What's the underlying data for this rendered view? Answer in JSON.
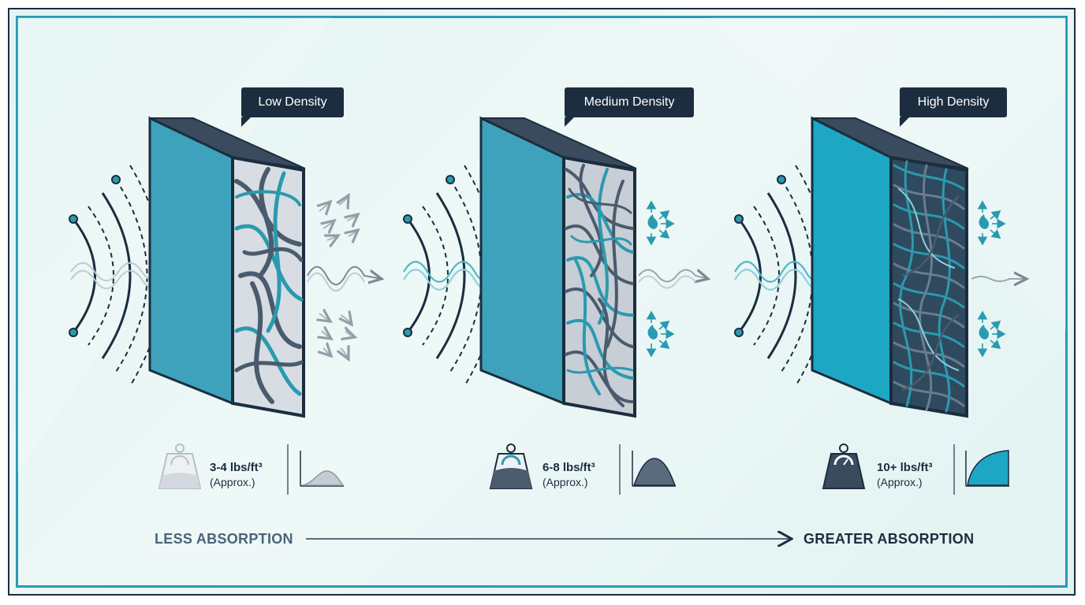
{
  "panels": [
    {
      "title": "Low Density",
      "value": "3-4 lbs/ft³",
      "note": "(Approx.)"
    },
    {
      "title": "Medium Density",
      "value": "6-8 lbs/ft³",
      "note": "(Approx.)"
    },
    {
      "title": "High Density",
      "value": "10+ lbs/ft³",
      "note": "(Approx.)"
    }
  ],
  "scale": {
    "left": "LESS ABSORPTION",
    "right": "GREATER ABSORPTION"
  },
  "colors": {
    "navy": "#1b2d3e",
    "teal": "#2a9ab0",
    "slate": "#4a5b6e",
    "gray": "#8c98a4"
  }
}
